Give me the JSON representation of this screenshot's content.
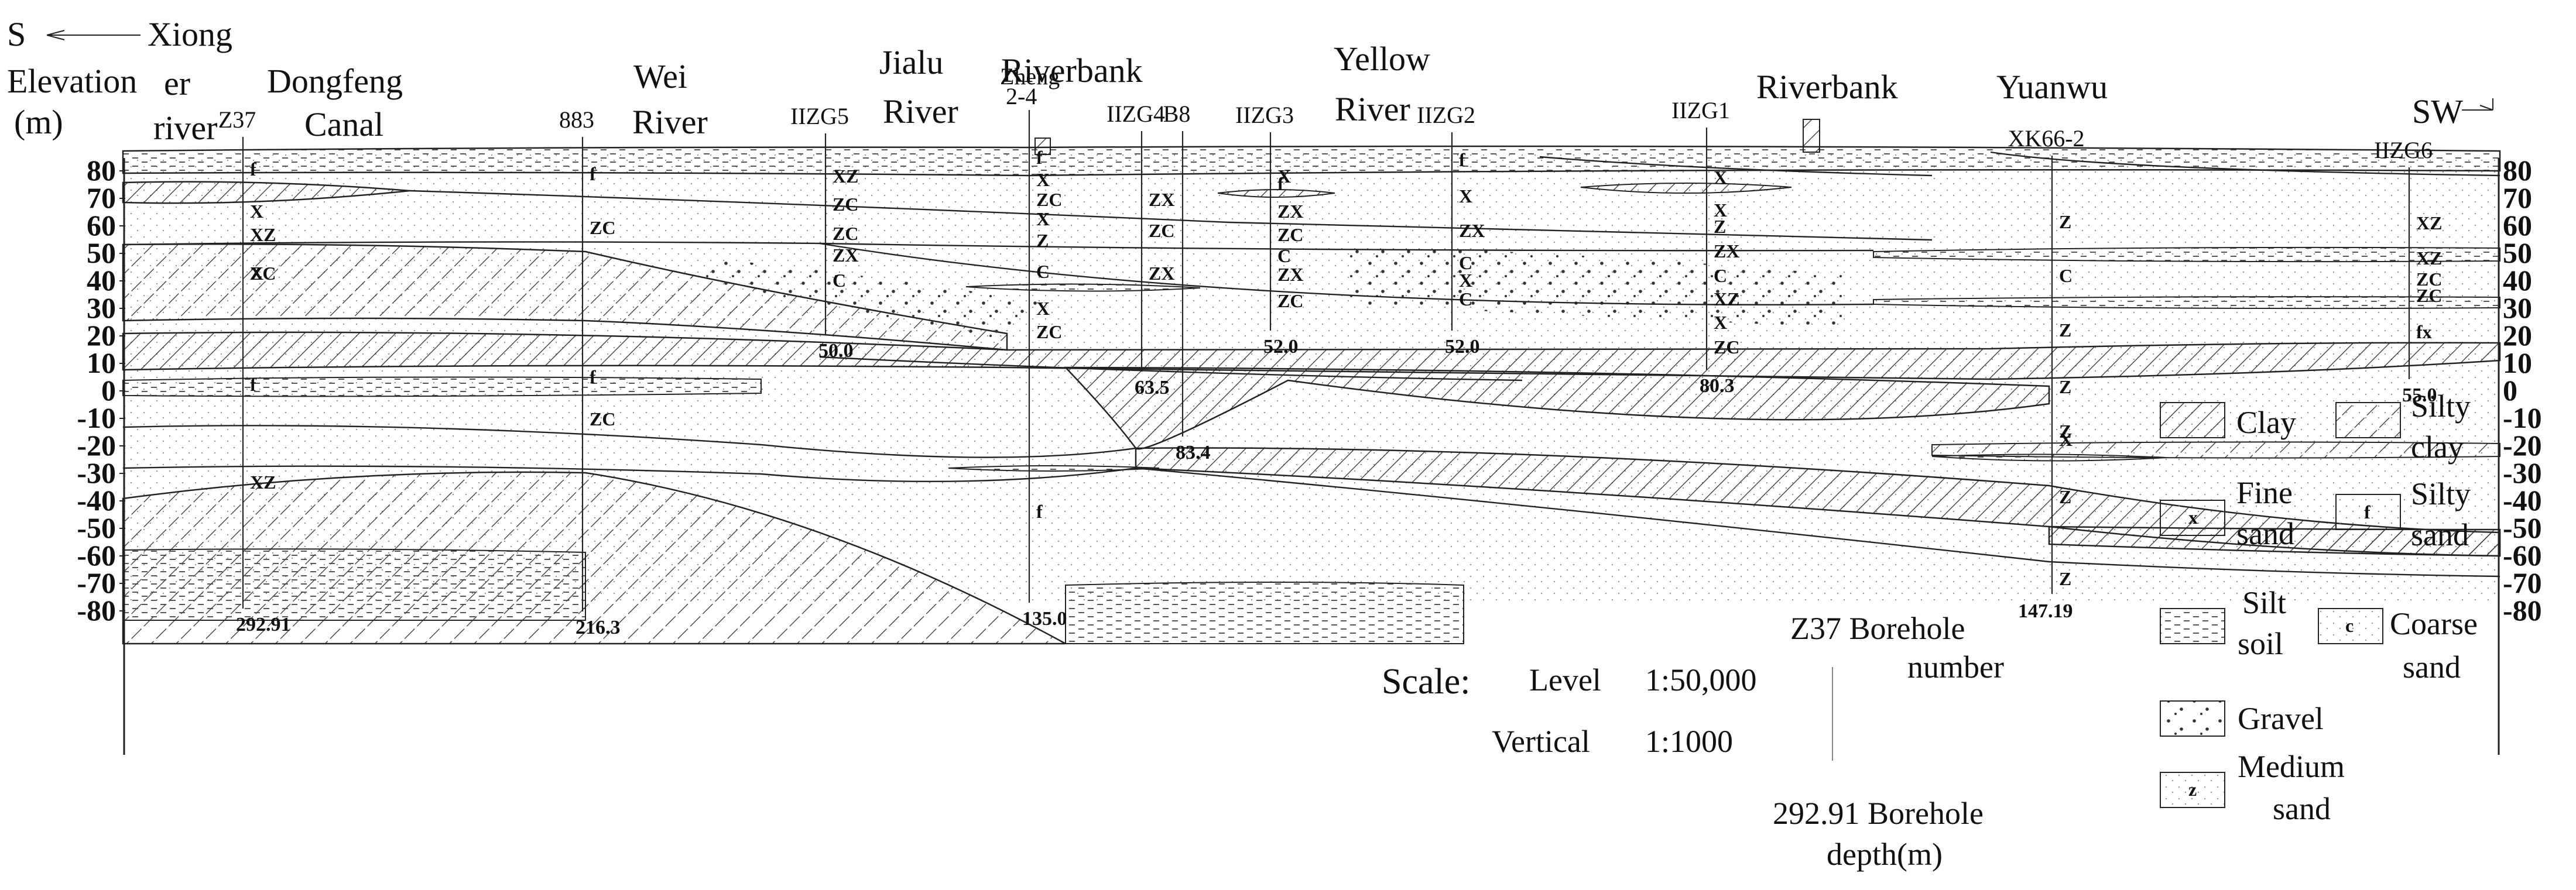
{
  "header": {
    "dir_left": "S",
    "dir_right": "SW",
    "elev_label": "Elevation",
    "elev_unit": "(m)"
  },
  "axis": {
    "ticks_left": [
      "80",
      "70",
      "60",
      "50",
      "40",
      "30",
      "20",
      "10",
      "0",
      "-10",
      "-20",
      "-30",
      "-40",
      "-50",
      "-60",
      "-70",
      "-80"
    ],
    "ticks_right": [
      "80",
      "70",
      "60",
      "50",
      "40",
      "30",
      "20",
      "10",
      "0",
      "-10",
      "-20",
      "-30",
      "-40",
      "-50",
      "-60",
      "-70",
      "-80"
    ]
  },
  "places": [
    {
      "lines": [
        "Xiong",
        "er",
        "river"
      ]
    },
    {
      "lines": [
        "Dongfeng",
        "Canal"
      ]
    },
    {
      "lines": [
        "Wei",
        "River"
      ]
    },
    {
      "lines": [
        "Jialu",
        "River"
      ]
    },
    {
      "lines": [
        "Riverbank"
      ]
    },
    {
      "lines": [
        "Yellow",
        "River"
      ]
    },
    {
      "lines": [
        "Riverbank"
      ]
    },
    {
      "lines": [
        "Yuanwu"
      ]
    }
  ],
  "boreholes": [
    {
      "id": "Z37",
      "depth": "292.91",
      "symbols": [
        "f",
        "X",
        "XZ",
        "X",
        "f",
        "ZC",
        "XZ"
      ]
    },
    {
      "id": "883",
      "depth": "216.3",
      "symbols": [
        "f",
        "ZC",
        "f",
        "ZC"
      ]
    },
    {
      "id": "IIZG5",
      "depth": "50.0",
      "symbols": [
        "XZ",
        "ZC",
        "ZC",
        "ZX",
        "C"
      ]
    },
    {
      "id": "Zheng 2-4",
      "label_lines": [
        "Zheng",
        "2-4"
      ],
      "depth": "135.0",
      "symbols": [
        "f",
        "X",
        "ZC",
        "X",
        "Z",
        "C",
        "X",
        "ZC",
        "f"
      ]
    },
    {
      "id": "IIZG4",
      "depth": "63.5",
      "symbols": [
        "ZX",
        "ZC",
        "ZX"
      ]
    },
    {
      "id": "B8",
      "depth": "83.4",
      "symbols": []
    },
    {
      "id": "IIZG3",
      "depth": "52.0",
      "symbols": [
        "f",
        "X",
        "ZX",
        "ZC",
        "C",
        "ZX",
        "ZC"
      ]
    },
    {
      "id": "IIZG2",
      "depth": "52.0",
      "symbols": [
        "f",
        "X",
        "ZX",
        "C",
        "X",
        "C"
      ]
    },
    {
      "id": "IIZG1",
      "depth": "80.3",
      "symbols": [
        "X",
        "X",
        "Z",
        "ZX",
        "C",
        "XZ",
        "X",
        "ZC"
      ]
    },
    {
      "id": "XK66-2",
      "depth": "147.19",
      "symbols": [
        "Z",
        "C",
        "Z",
        "Z",
        "Z",
        "X",
        "Z",
        "Z"
      ]
    },
    {
      "id": "IIZG6",
      "depth": "55.0",
      "symbols": [
        "XZ",
        "XZ",
        "ZC",
        "ZC",
        "fx"
      ]
    }
  ],
  "legend": [
    {
      "key": "clay",
      "lines": [
        "Clay"
      ],
      "symbol": ""
    },
    {
      "key": "silty-clay",
      "lines": [
        "Silty",
        "clay"
      ],
      "symbol": ""
    },
    {
      "key": "fine-sand",
      "lines": [
        "Fine",
        "sand"
      ],
      "symbol": "x"
    },
    {
      "key": "silty-sand",
      "lines": [
        "Silty",
        "sand"
      ],
      "symbol": "f"
    },
    {
      "key": "silt-soil",
      "lines": [
        "Silt",
        "soil"
      ],
      "symbol": ""
    },
    {
      "key": "coarse-sand",
      "lines": [
        "Coarse",
        "sand"
      ],
      "symbol": "c"
    },
    {
      "key": "gravel",
      "lines": [
        "Gravel"
      ],
      "symbol": ""
    },
    {
      "key": "medium-sand",
      "lines": [
        "Medium",
        "sand"
      ],
      "symbol": "z"
    }
  ],
  "notes": {
    "borehole_number": [
      "Z37 Borehole",
      "number"
    ],
    "borehole_depth": [
      "292.91 Borehole",
      "depth(m)"
    ]
  },
  "scale": {
    "title": "Scale:",
    "level_label": "Level",
    "level_value": "1:50,000",
    "vertical_label": "Vertical",
    "vertical_value": "1:1000"
  }
}
